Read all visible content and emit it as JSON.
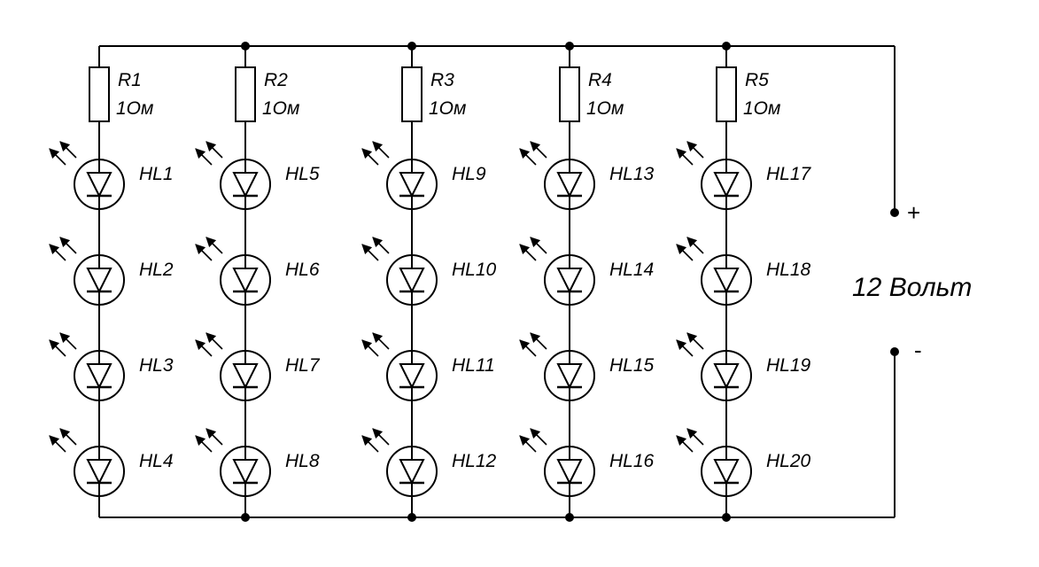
{
  "resistors": [
    {
      "name": "R1",
      "value": "1Ом"
    },
    {
      "name": "R2",
      "value": "1Ом"
    },
    {
      "name": "R3",
      "value": "1Ом"
    },
    {
      "name": "R4",
      "value": "1Ом"
    },
    {
      "name": "R5",
      "value": "1Ом"
    }
  ],
  "leds": [
    [
      "HL1",
      "HL2",
      "HL3",
      "HL4"
    ],
    [
      "HL5",
      "HL6",
      "HL7",
      "HL8"
    ],
    [
      "HL9",
      "HL10",
      "HL11",
      "HL12"
    ],
    [
      "HL13",
      "HL14",
      "HL15",
      "HL16"
    ],
    [
      "HL17",
      "HL18",
      "HL19",
      "HL20"
    ]
  ],
  "supply": {
    "voltage_label": "12 Вольт",
    "plus_label": "+",
    "minus_label": "-"
  }
}
